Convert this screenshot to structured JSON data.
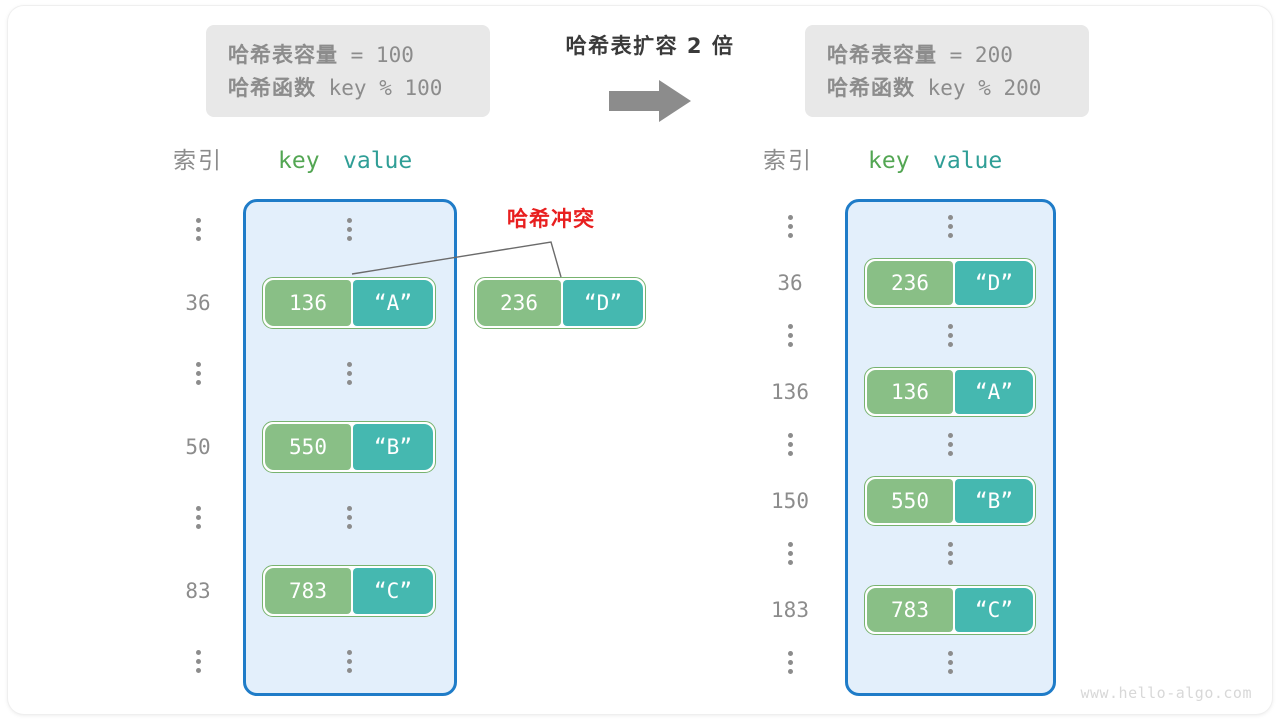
{
  "title": "哈希表扩容 2 倍",
  "collision_label": "哈希冲突",
  "watermark": "www.hello-algo.com",
  "colors": {
    "key_cell": "#89bf86",
    "value_cell": "#45b8b0",
    "table_border": "#1f7cc8",
    "table_fill": "#e3effb",
    "pair_outline": "#78b36f",
    "collision_text": "#e81f1f",
    "info_box_bg": "#e8e8e8",
    "index_text": "#8c8c8c",
    "header_key": "#53a653",
    "header_value": "#2f9e96",
    "arrow": "#8c8c8c"
  },
  "before": {
    "info": {
      "capacity_label": "哈希表容量",
      "capacity_value": " = 100",
      "function_label": "哈希函数",
      "function_value": " key % 100"
    },
    "headers": {
      "index": "索引",
      "key": "key",
      "value": "value"
    },
    "rows": [
      {
        "index": "⋮",
        "ellipsis": true
      },
      {
        "index": "36",
        "key": "136",
        "value": "“A”"
      },
      {
        "index": "⋮",
        "ellipsis": true
      },
      {
        "index": "50",
        "key": "550",
        "value": "“B”"
      },
      {
        "index": "⋮",
        "ellipsis": true
      },
      {
        "index": "83",
        "key": "783",
        "value": "“C”"
      },
      {
        "index": "⋮",
        "ellipsis": true
      }
    ],
    "colliding_pair": {
      "key": "236",
      "value": "“D”"
    }
  },
  "after": {
    "info": {
      "capacity_label": "哈希表容量",
      "capacity_value": " = 200",
      "function_label": "哈希函数",
      "function_value": " key % 200"
    },
    "headers": {
      "index": "索引",
      "key": "key",
      "value": "value"
    },
    "rows": [
      {
        "index": "⋮",
        "ellipsis": true
      },
      {
        "index": "36",
        "key": "236",
        "value": "“D”"
      },
      {
        "index": "⋮",
        "ellipsis": true
      },
      {
        "index": "136",
        "key": "136",
        "value": "“A”"
      },
      {
        "index": "⋮",
        "ellipsis": true
      },
      {
        "index": "150",
        "key": "550",
        "value": "“B”"
      },
      {
        "index": "⋮",
        "ellipsis": true
      },
      {
        "index": "183",
        "key": "783",
        "value": "“C”"
      },
      {
        "index": "⋮",
        "ellipsis": true
      }
    ]
  }
}
